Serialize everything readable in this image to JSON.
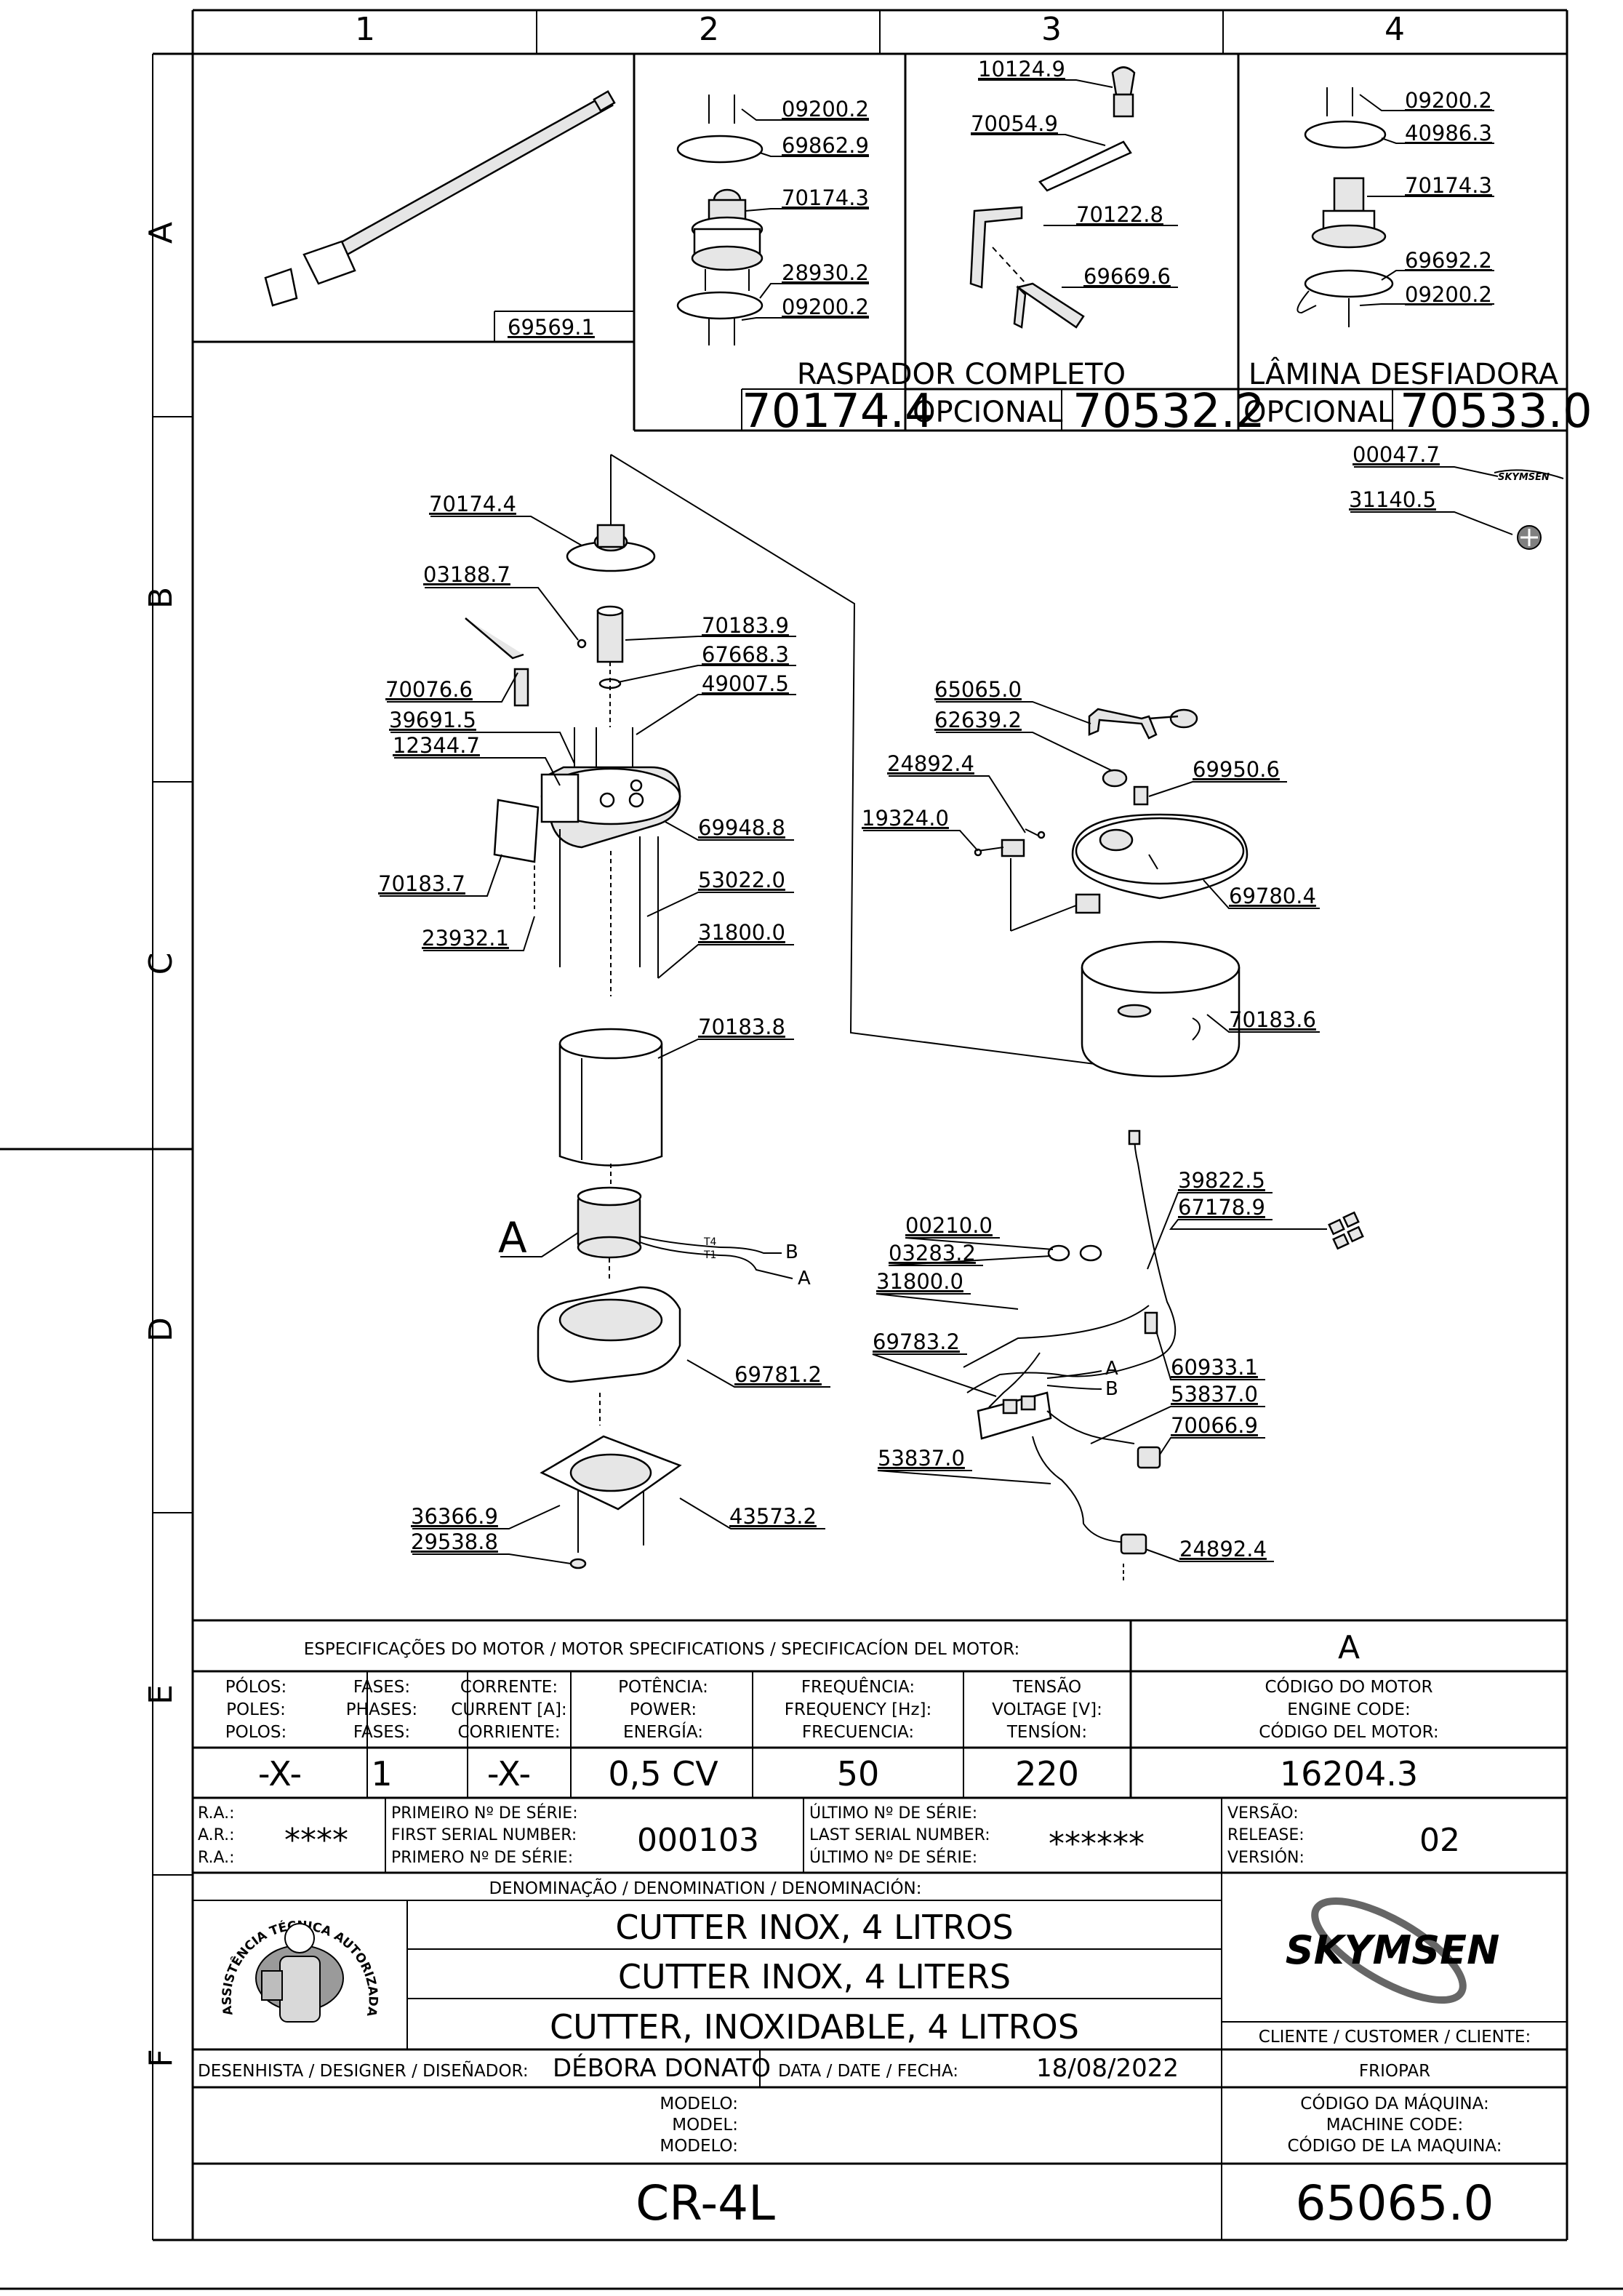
{
  "grid": {
    "columns": [
      "1",
      "2",
      "3",
      "4"
    ],
    "rows": [
      "A",
      "B",
      "C",
      "D",
      "E",
      "F"
    ]
  },
  "zone_a": {
    "part1": "69569.1",
    "kit2": "70174.4",
    "opt3_label": "OPCIONAL",
    "opt3_code": "70532.2",
    "opt3_title": "RASPADOR  COMPLETO",
    "opt4_label": "OPCIONAL",
    "opt4_code": "70533.0",
    "opt4_title": "LÂMINA   DESFIADORA",
    "labels2": [
      "09200.2",
      "69862.9",
      "70174.3",
      "28930.2",
      "09200.2"
    ],
    "labels3": [
      "10124.9",
      "70054.9",
      "70122.8",
      "69669.6"
    ],
    "labels4": [
      "09200.2",
      "40986.3",
      "70174.3",
      "69692.2",
      "09200.2"
    ]
  },
  "labels_left": [
    "70174.4",
    "03188.7",
    "70183.9",
    "67668.3",
    "49007.5",
    "70076.6",
    "39691.5",
    "12344.7",
    "69948.8",
    "70183.7",
    "53022.0",
    "23932.1",
    "31800.0",
    "70183.8",
    "69781.2",
    "36366.9",
    "29538.8",
    "43573.2"
  ],
  "motor_marker": "A",
  "wire_marks": [
    "T4",
    "T1",
    "B",
    "A"
  ],
  "labels_right": [
    "00047.7",
    "31140.5",
    "65065.0",
    "62639.2",
    "24892.4",
    "69950.6",
    "19324.0",
    "69780.4",
    "70183.6"
  ],
  "logo_mini": "SKYMSEN",
  "labels_elec": [
    "39822.5",
    "67178.9",
    "00210.0",
    "03283.2",
    "31800.0",
    "69783.2",
    "60933.1",
    "53837.0",
    "70066.9",
    "53837.0",
    "24892.4"
  ],
  "elec_marks": [
    "A",
    "B"
  ],
  "spec": {
    "title": "ESPECIFICAÇÕES DO MOTOR / MOTOR SPECIFICATIONS / SPECIFICACÍON DEL MOTOR:",
    "motor_ref": "A",
    "headers": [
      [
        "PÓLOS:",
        "POLES:",
        "POLOS:"
      ],
      [
        "FASES:",
        "PHASES:",
        "FASES:"
      ],
      [
        "CORRENTE:",
        "CURRENT [A]:",
        "CORRIENTE:"
      ],
      [
        "POTÊNCIA:",
        "POWER:",
        "ENERGÍA:"
      ],
      [
        "FREQUÊNCIA:",
        "FREQUENCY [Hz]:",
        "FRECUENCIA:"
      ],
      [
        "TENSÃO",
        "VOLTAGE [V]:",
        "TENSÍON:"
      ],
      [
        "CÓDIGO DO MOTOR",
        "ENGINE CODE:",
        "CÓDIGO DEL MOTOR:"
      ]
    ],
    "values": [
      "-X-",
      "1",
      "-X-",
      "0,5 CV",
      "50",
      "220",
      "16204.3"
    ]
  },
  "serial": {
    "ra": [
      "R.A.:",
      "A.R.:",
      "R.A.:"
    ],
    "ra_value": "****",
    "first": [
      "PRIMEIRO Nº DE SÉRIE:",
      "FIRST SERIAL NUMBER:",
      "PRIMERO Nº DE SÉRIE:"
    ],
    "first_value": "000103",
    "last": [
      "ÚLTIMO Nº DE SÉRIE:",
      "LAST SERIAL NUMBER:",
      "ÚLTIMO Nº DE SÉRIE:"
    ],
    "last_value": "******",
    "version": [
      "VERSÃO:",
      "RELEASE:",
      "VERSIÓN:"
    ],
    "version_value": "02"
  },
  "denomination": {
    "title": "DENOMINAÇÃO / DENOMINATION / DENOMINACIÓN:",
    "lines": [
      "CUTTER INOX, 4 LITROS",
      "CUTTER INOX, 4 LITERS",
      "CUTTER, INOXIDABLE, 4 LITROS"
    ],
    "seal_text": "ASSISTÊNCIA TÉCNICA AUTORIZADA"
  },
  "brand": "SKYMSEN",
  "customer": {
    "label": "CLIENTE / CUSTOMER / CLIENTE:",
    "value": "FRIOPAR"
  },
  "designer": {
    "label": "DESENHISTA / DESIGNER / DISEÑADOR:",
    "value": "DÉBORA DONATO",
    "date_label": "DATA / DATE / FECHA:",
    "date_value": "18/08/2022"
  },
  "model": {
    "label": [
      "MODELO:",
      "MODEL:",
      "MODELO:"
    ],
    "value": "CR-4L"
  },
  "machine_code": {
    "label": [
      "CÓDIGO DA MÁQUINA:",
      "MACHINE CODE:",
      "CÓDIGO DE LA MAQUINA:"
    ],
    "value": "65065.0"
  },
  "colors": {
    "ink": "#000000",
    "paper": "#ffffff",
    "part_fill": "#e6e6e6"
  }
}
